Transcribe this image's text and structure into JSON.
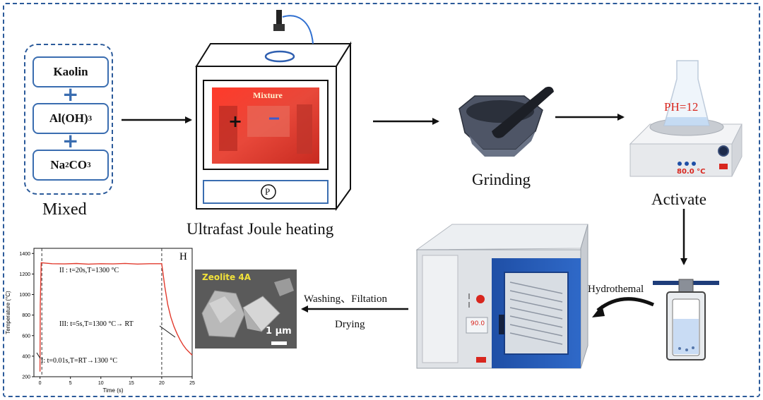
{
  "mixed": {
    "label": "Mixed",
    "ingredients": [
      {
        "main": "Kaolin",
        "sub": ""
      },
      {
        "main": "Al(OH)",
        "sub": "3"
      },
      {
        "main": "Na",
        "sub": "2",
        "after": "CO",
        "sub2": "3"
      }
    ]
  },
  "furnace": {
    "label": "Ultrafast Joule heating",
    "mixture_label": "Mixture",
    "plus_sign": "+",
    "minus_sign": "−",
    "p_label": "P"
  },
  "grinding": {
    "label": "Grinding"
  },
  "activate": {
    "label": "Activate",
    "ph_label": "PH=12",
    "temp_display": "80.0 °C"
  },
  "hydrothermal": {
    "label": "Hydrothemal"
  },
  "oven": {
    "display": "90.0"
  },
  "washing": {
    "line1": "Washing、Filtation",
    "line2": "Drying"
  },
  "sem": {
    "title": "Zeolite 4A",
    "scale": "1 μm"
  },
  "chart_data": {
    "type": "line",
    "panel_label": "H",
    "xlabel": "Time (s)",
    "ylabel": "Temperature (°C)",
    "xlim": [
      -1,
      25
    ],
    "ylim": [
      200,
      1450
    ],
    "x_ticks": [
      0,
      5,
      10,
      15,
      20,
      25
    ],
    "y_ticks": [
      200,
      400,
      600,
      800,
      1000,
      1200,
      1400
    ],
    "vlines": [
      0.3,
      20.0
    ],
    "annotations": [
      "II : t=20s,T=1300 °C",
      "III: t=5s,T=1300 °C→ RT",
      "I: t=0.01s,T=RT→1300 °C"
    ],
    "series": [
      {
        "color": "#e23b2e",
        "x": [
          0,
          0.05,
          0.2,
          1,
          2,
          4,
          6,
          8,
          10,
          12,
          14,
          16,
          18,
          20,
          20.5,
          21,
          21.5,
          22,
          22.5,
          23,
          23.5,
          24,
          24.5,
          25
        ],
        "y": [
          250,
          900,
          1310,
          1305,
          1300,
          1298,
          1302,
          1296,
          1300,
          1298,
          1303,
          1297,
          1300,
          1300,
          1080,
          900,
          780,
          690,
          620,
          560,
          510,
          470,
          440,
          410
        ]
      }
    ]
  }
}
